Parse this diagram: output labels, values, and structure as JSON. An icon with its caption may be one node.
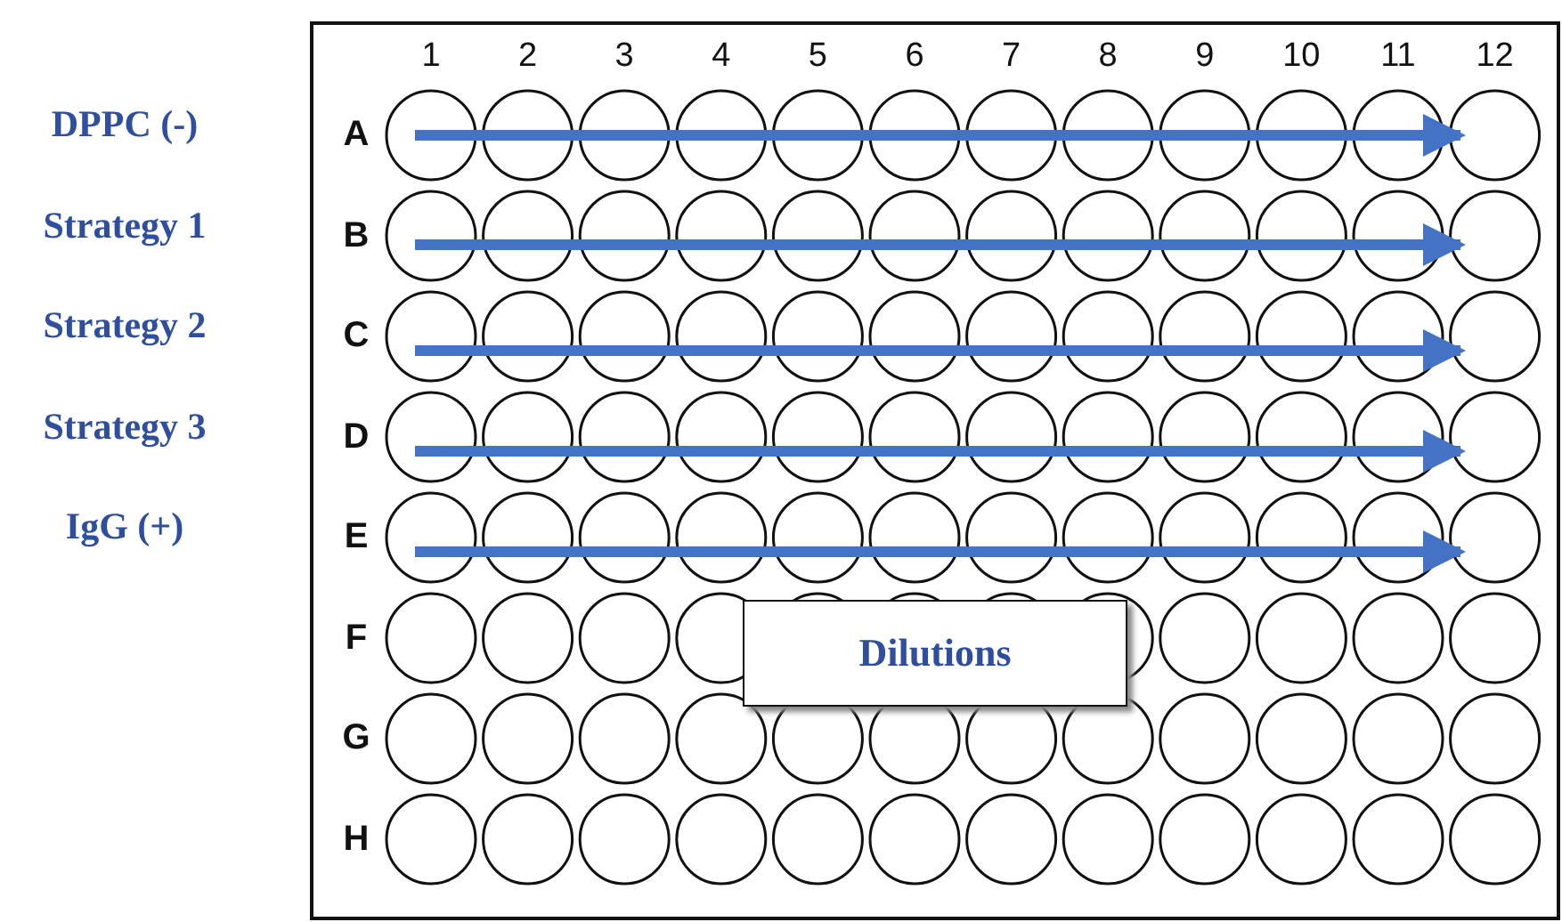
{
  "diagram": {
    "nodes": [
      {
        "text": [
          "Dilutions"
        ]
      }
    ],
    "labels": [
      "1",
      "2",
      "3",
      "4",
      "5",
      "6",
      "7",
      "8",
      "9",
      "10",
      "11",
      "12",
      "DPPC (-)",
      "A",
      "Strategy 1",
      "B",
      "Strategy 2",
      "C",
      "Strategy 3",
      "D",
      "IgG (+)",
      "E",
      "F",
      "G",
      "H"
    ]
  }
}
